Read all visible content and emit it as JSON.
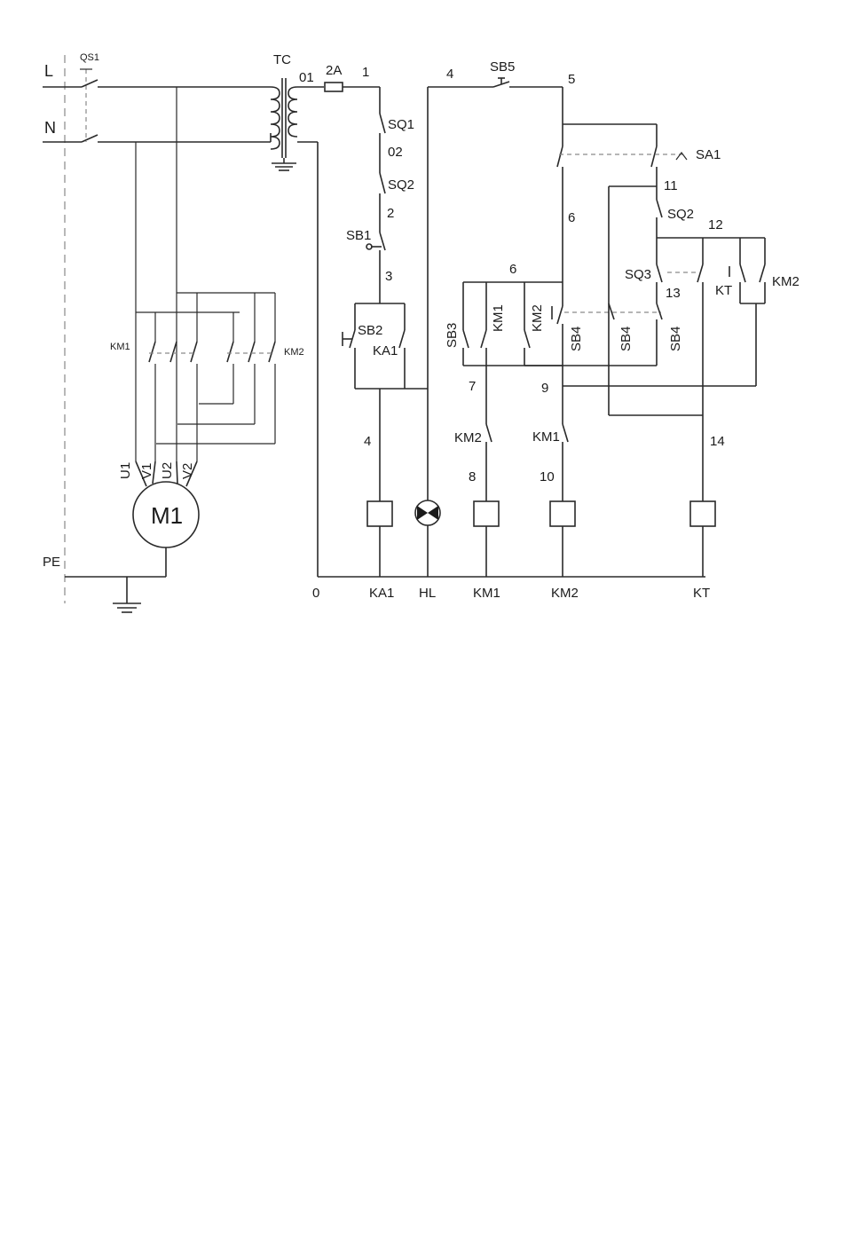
{
  "power_section": {
    "line_l": "L",
    "line_n": "N",
    "switch_qs1": "QS1",
    "transformer": "TC",
    "pe": "PE",
    "contactor_km1": "KM1",
    "contactor_km2": "KM2",
    "terminal_u1": "U1",
    "terminal_v1": "V1",
    "terminal_u2": "U2",
    "terminal_v2": "V2",
    "motor": "M1"
  },
  "control_section": {
    "wire_01": "01",
    "fuse_rating": "2A",
    "node_1": "1",
    "limit_sq1": "SQ1",
    "node_02": "02",
    "limit_sq2_top": "SQ2",
    "node_2": "2",
    "button_sb1": "SB1",
    "node_3": "3",
    "button_sb2": "SB2",
    "relay_contact_ka1": "KA1",
    "node_4_left": "4",
    "node_4_top": "4",
    "button_sb5": "SB5",
    "node_5": "5",
    "switch_sa1": "SA1",
    "node_6_right": "6",
    "node_6_mid": "6",
    "node_11": "11",
    "limit_sq2_right": "SQ2",
    "node_12": "12",
    "limit_sq3": "SQ3",
    "node_13": "13",
    "timer_contact_kt": "KT",
    "contact_km2_right": "KM2",
    "button_sb3": "SB3",
    "contact_km1_hold": "KM1",
    "contact_km2_hold": "KM2",
    "button_sb4_a": "SB4",
    "button_sb4_b": "SB4",
    "button_sb4_c": "SB4",
    "node_7": "7",
    "node_9": "9",
    "interlock_km2": "KM2",
    "interlock_km1": "KM1",
    "node_14": "14",
    "node_8": "8",
    "node_10": "10"
  },
  "bottom_labels": {
    "zero": "0",
    "ka1": "KA1",
    "hl": "HL",
    "km1": "KM1",
    "km2": "KM2",
    "kt": "KT"
  }
}
